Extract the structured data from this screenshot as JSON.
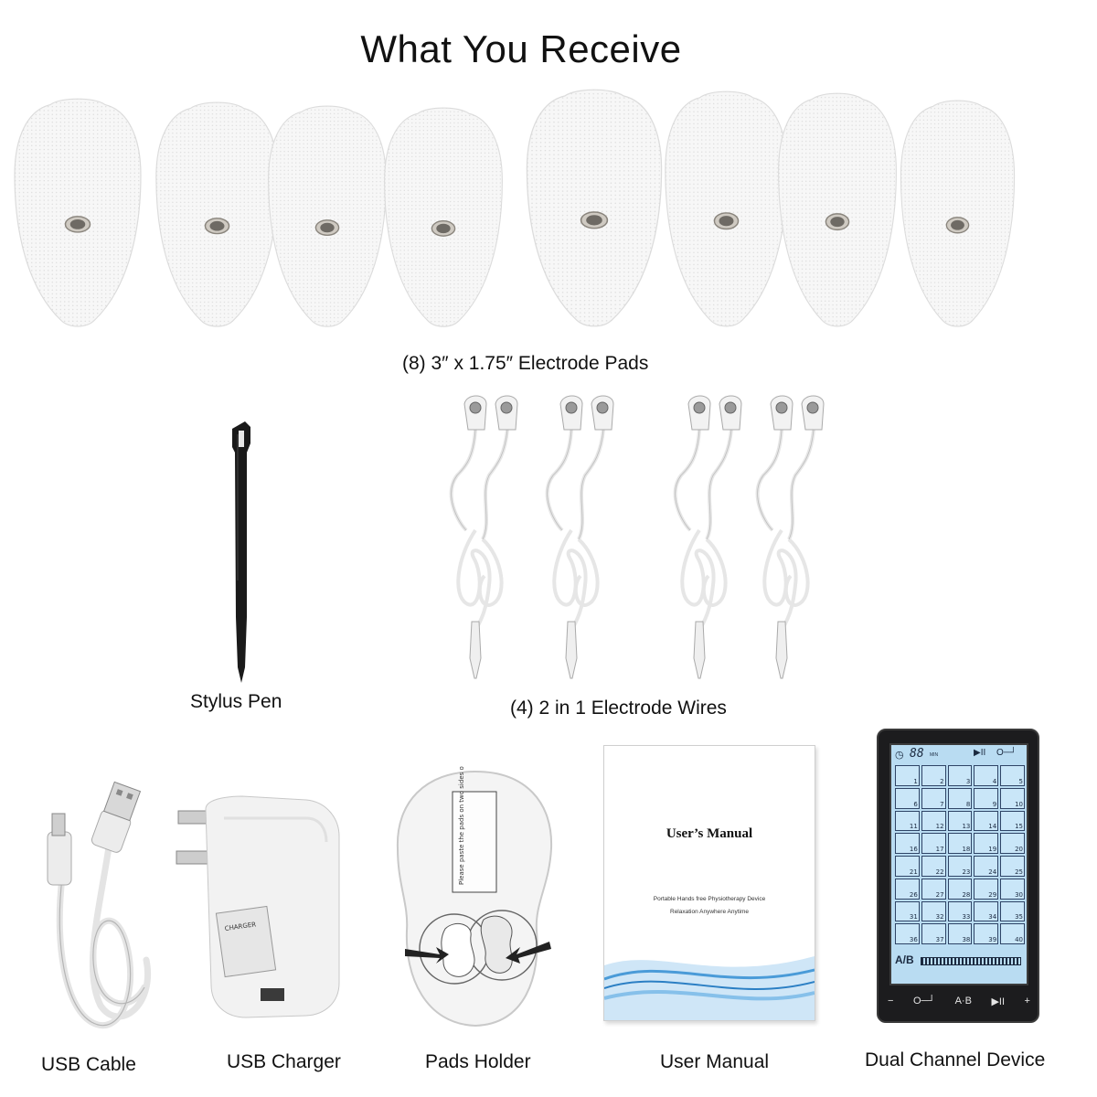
{
  "title": "What You Receive",
  "items": [
    {
      "id": "pads",
      "label": "(8) 3″ x 1.75″  Electrode Pads",
      "count": 8
    },
    {
      "id": "stylus",
      "label": "Stylus Pen"
    },
    {
      "id": "wires",
      "label": "(4) 2 in 1 Electrode Wires",
      "count": 4
    },
    {
      "id": "usb_cable",
      "label": "USB Cable"
    },
    {
      "id": "usb_charger",
      "label": "USB Charger"
    },
    {
      "id": "pads_holder",
      "label": "Pads Holder",
      "printed_text": "Please paste the pads on two sides of the board when finishing massage"
    },
    {
      "id": "user_manual",
      "label": "User Manual",
      "cover_title": "User’s Manual",
      "cover_line1": "Portable Hands free Physiotherapy Device",
      "cover_line2": "Relaxation Anywhere Anytime"
    },
    {
      "id": "device",
      "label": "Dual Channel Device",
      "timer": "88",
      "timer_unit": "MIN",
      "channel": "A/B",
      "buttons": [
        "−",
        "O─┘",
        "A·B",
        "▶II",
        "+"
      ],
      "programs": [
        "1",
        "2",
        "3",
        "4",
        "5",
        "6",
        "7",
        "8",
        "9",
        "10",
        "11",
        "12",
        "13",
        "14",
        "15",
        "16",
        "17",
        "18",
        "19",
        "20",
        "21",
        "22",
        "23",
        "24",
        "25",
        "26",
        "27",
        "28",
        "29",
        "30",
        "31",
        "32",
        "33",
        "34",
        "35",
        "36",
        "37",
        "38",
        "39",
        "40"
      ]
    }
  ],
  "charger_label": "CHARGER",
  "colors": {
    "screen": "#b9dcf2",
    "device_body": "#1c1c1e",
    "pad": "#f7f7f7",
    "snap": "#6e6a64"
  }
}
